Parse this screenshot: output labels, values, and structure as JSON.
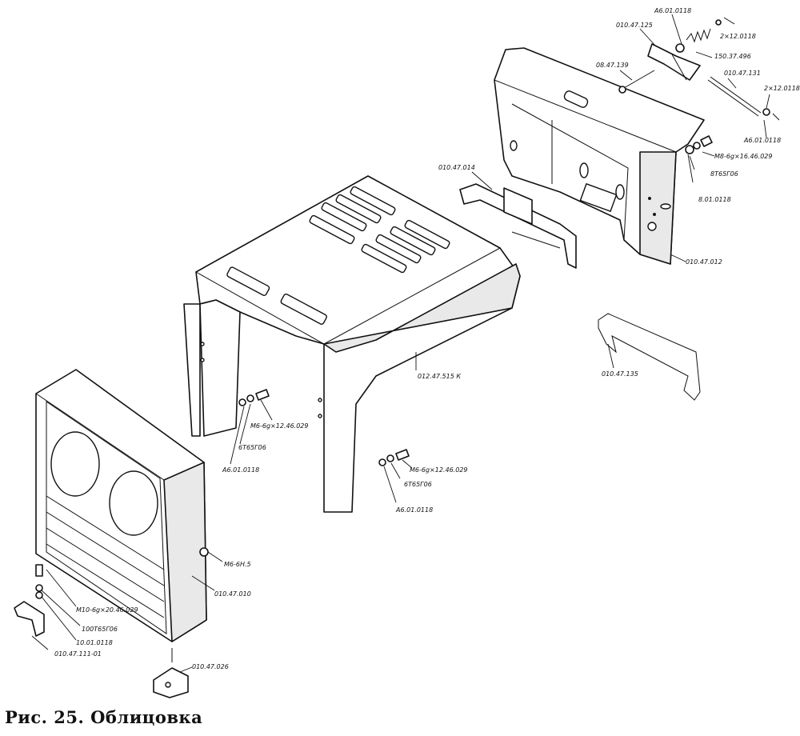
{
  "caption": "Рис. 25. Облицовка",
  "labels": {
    "l_a601_top": "А6.01.0118",
    "l_2x12_top": "2×12.0118",
    "l_010_47_125": "010.47.125",
    "l_150_37_496": "150.37.496",
    "l_08_47_139": "08.47.139",
    "l_010_47_131": "010.47.131",
    "l_2x12_right": "2×12.0118",
    "l_a601_right": "А6.01.0118",
    "l_m8_6g": "М8-6g×16.46.029",
    "l_8t65g06": "8Т65Г06",
    "l_8_01_0118": "8.01.0118",
    "l_010_47_014": "010.47.014",
    "l_010_47_012": "010.47.012",
    "l_010_47_135": "010.47.135",
    "l_012_47_515k": "012.47.515 К",
    "l_m6_left": "М6-6g×12.46.029",
    "l_6t65g06_left": "6Т65Г06",
    "l_a601_left": "А6.01.0118",
    "l_m6_mid": "М6-6g×12.46.029",
    "l_6t65g06_mid": "6Т65Г06",
    "l_a601_mid": "А6.01.0118",
    "l_m6_6h5": "М6-6Н.5",
    "l_010_47_010": "010.47.010",
    "l_m10": "М10-6g×20.46.029",
    "l_100t65g06": "100Т65Г06",
    "l_10_01_0118": "10.01.0118",
    "l_010_47_111": "010.47.111-01",
    "l_010_47_026": "010.47.026"
  }
}
